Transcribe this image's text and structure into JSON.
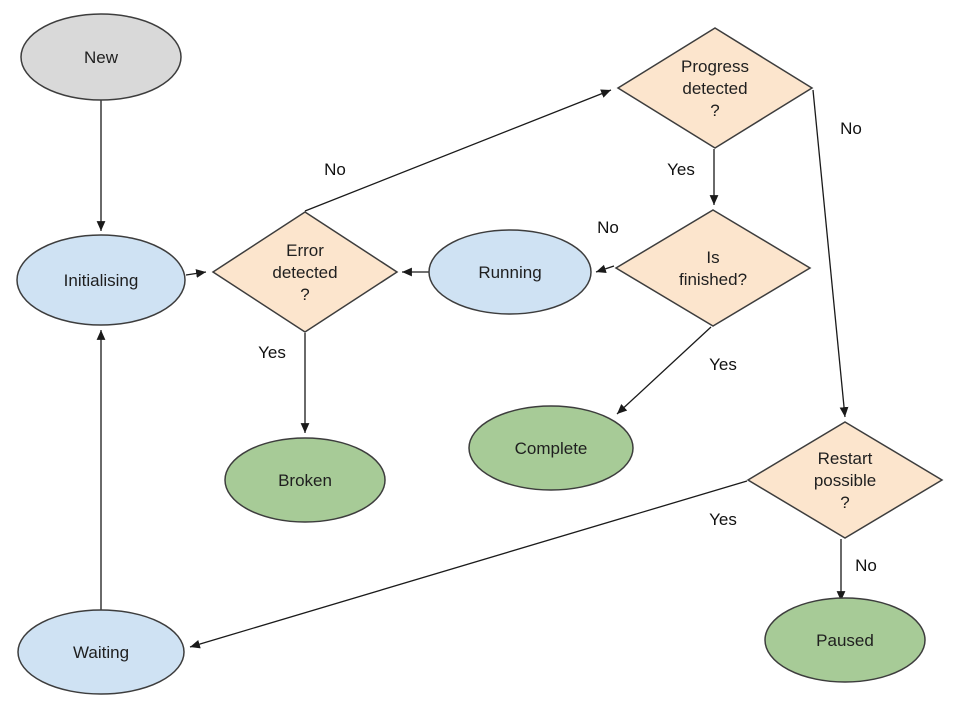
{
  "diagram": {
    "type": "flowchart-state-diagram",
    "background": "#ffffff",
    "colors": {
      "state_new": "#d9d9d9",
      "state_active": "#cfe2f3",
      "state_terminal": "#a7cb97",
      "decision": "#fce5cd",
      "stroke": "#3d3d3d",
      "arrow": "#1a1a1a",
      "text": "#1f1f1f"
    },
    "nodes": [
      {
        "id": "new",
        "shape": "ellipse",
        "label": "New",
        "color_role": "state_new"
      },
      {
        "id": "initialising",
        "shape": "ellipse",
        "label": "Initialising",
        "color_role": "state_active"
      },
      {
        "id": "error-detected",
        "shape": "diamond",
        "label": "Error detected ?",
        "lines": [
          "Error",
          "detected",
          "?"
        ],
        "color_role": "decision"
      },
      {
        "id": "running",
        "shape": "ellipse",
        "label": "Running",
        "color_role": "state_active"
      },
      {
        "id": "is-finished",
        "shape": "diamond",
        "label": "Is finished?",
        "lines": [
          "Is",
          "finished?"
        ],
        "color_role": "decision"
      },
      {
        "id": "progress-detected",
        "shape": "diamond",
        "label": "Progress detected ?",
        "lines": [
          "Progress",
          "detected",
          "?"
        ],
        "color_role": "decision"
      },
      {
        "id": "complete",
        "shape": "ellipse",
        "label": "Complete",
        "color_role": "state_terminal"
      },
      {
        "id": "broken",
        "shape": "ellipse",
        "label": "Broken",
        "color_role": "state_terminal"
      },
      {
        "id": "restart-possible",
        "shape": "diamond",
        "label": "Restart possible ?",
        "lines": [
          "Restart",
          "possible",
          "?"
        ],
        "color_role": "decision"
      },
      {
        "id": "paused",
        "shape": "ellipse",
        "label": "Paused",
        "color_role": "state_terminal"
      },
      {
        "id": "waiting",
        "shape": "ellipse",
        "label": "Waiting",
        "color_role": "state_active"
      }
    ],
    "edges": [
      {
        "from": "new",
        "to": "initialising",
        "label": ""
      },
      {
        "from": "initialising",
        "to": "error-detected",
        "label": ""
      },
      {
        "from": "running",
        "to": "error-detected",
        "label": ""
      },
      {
        "from": "error-detected",
        "to": "broken",
        "label": "Yes"
      },
      {
        "from": "error-detected",
        "to": "progress-detected",
        "label": "No"
      },
      {
        "from": "progress-detected",
        "to": "is-finished",
        "label": "Yes"
      },
      {
        "from": "is-finished",
        "to": "running",
        "label": "No"
      },
      {
        "from": "is-finished",
        "to": "complete",
        "label": "Yes"
      },
      {
        "from": "progress-detected",
        "to": "restart-possible",
        "label": "No"
      },
      {
        "from": "restart-possible",
        "to": "waiting",
        "label": "Yes"
      },
      {
        "from": "restart-possible",
        "to": "paused",
        "label": "No"
      },
      {
        "from": "waiting",
        "to": "initialising",
        "label": ""
      }
    ]
  }
}
